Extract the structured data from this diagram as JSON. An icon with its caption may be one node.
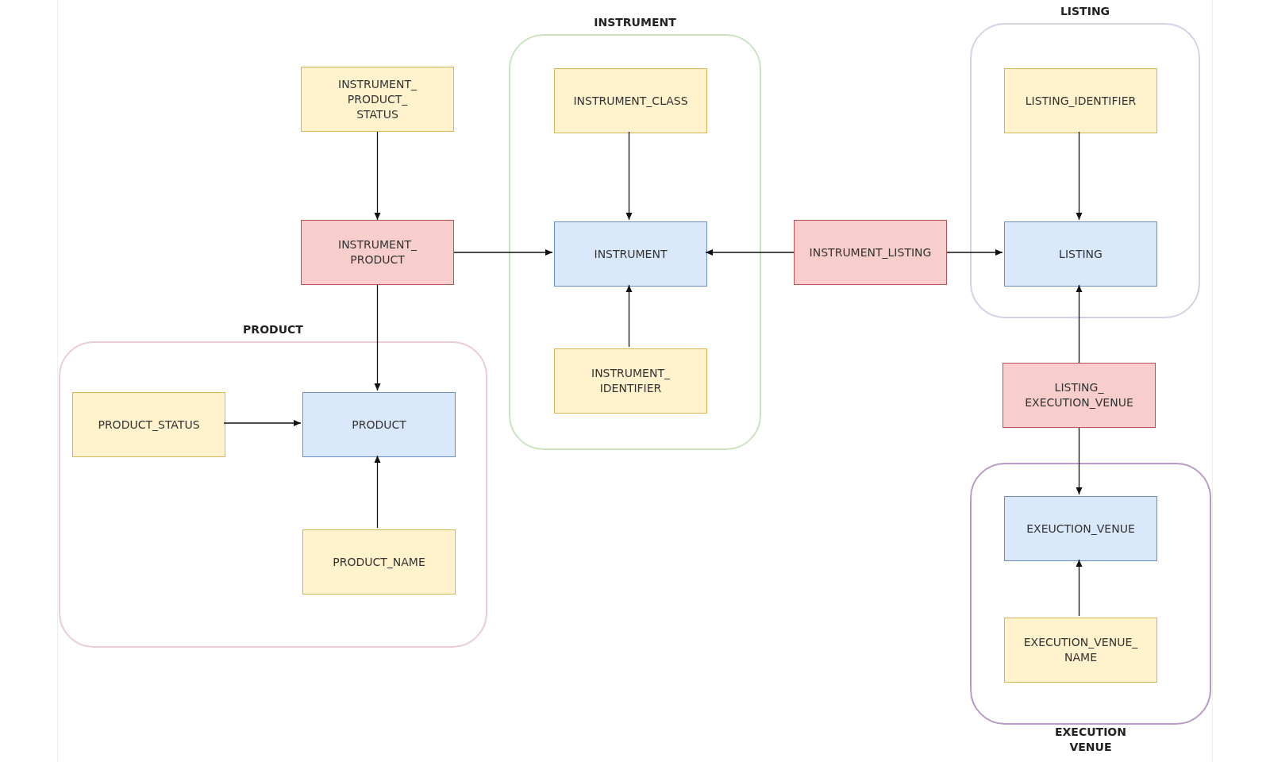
{
  "diagram": {
    "nodes": [
      {
        "text": [
          "INSTRUMENT_ PRODUCT_ STATUS"
        ]
      },
      {
        "text": [
          "INSTRUMENT"
        ]
      },
      {
        "text": [
          "INSTRUMENT_CLASS"
        ],
        "in": 1
      },
      {
        "text": [
          "INSTRUMENT"
        ],
        "in": 1
      },
      {
        "text": [
          "INSTRUMENT_ IDENTIFIER"
        ],
        "in": 1
      },
      {
        "text": [
          "LISTING"
        ]
      },
      {
        "text": [
          "LISTING_IDENTIFIER"
        ],
        "in": 5
      },
      {
        "text": [
          "LISTING"
        ],
        "in": 5
      },
      {
        "text": [
          "INSTRUMENT_ PRODUCT"
        ]
      },
      {
        "text": [
          "INSTRUMENT_LISTING"
        ]
      },
      {
        "text": [
          "PRODUCT"
        ]
      },
      {
        "text": [
          "PRODUCT_STATUS"
        ],
        "in": 10
      },
      {
        "text": [
          "PRODUCT"
        ],
        "in": 10
      },
      {
        "text": [
          "PRODUCT_NAME"
        ],
        "in": 10
      },
      {
        "text": [
          "LISTING_ EXECUTION_VENUE"
        ]
      },
      {
        "text": [
          "EXECUTION VENUE"
        ]
      },
      {
        "text": [
          "EXEUCTION_VENUE"
        ],
        "in": 15
      },
      {
        "text": [
          "EXECUTION_VENUE_ NAME"
        ],
        "in": 15
      }
    ],
    "edges": [
      {
        "from": 0,
        "to": 8,
        "arrow": "to"
      },
      {
        "from": 2,
        "to": 3,
        "arrow": "to"
      },
      {
        "from": 8,
        "to": 3,
        "arrow": "to"
      },
      {
        "from": 9,
        "to": 3,
        "arrow": "to"
      },
      {
        "from": 9,
        "to": 7,
        "arrow": "to"
      },
      {
        "from": 6,
        "to": 7,
        "arrow": "to"
      },
      {
        "from": 4,
        "to": 3,
        "arrow": "to"
      },
      {
        "from": 8,
        "to": 12,
        "arrow": "to"
      },
      {
        "from": 11,
        "to": 12,
        "arrow": "to"
      },
      {
        "from": 13,
        "to": 12,
        "arrow": "to"
      },
      {
        "from": 14,
        "to": 7,
        "arrow": "to"
      },
      {
        "from": 14,
        "to": 16,
        "arrow": "to"
      },
      {
        "from": 17,
        "to": 16,
        "arrow": "to"
      }
    ]
  }
}
